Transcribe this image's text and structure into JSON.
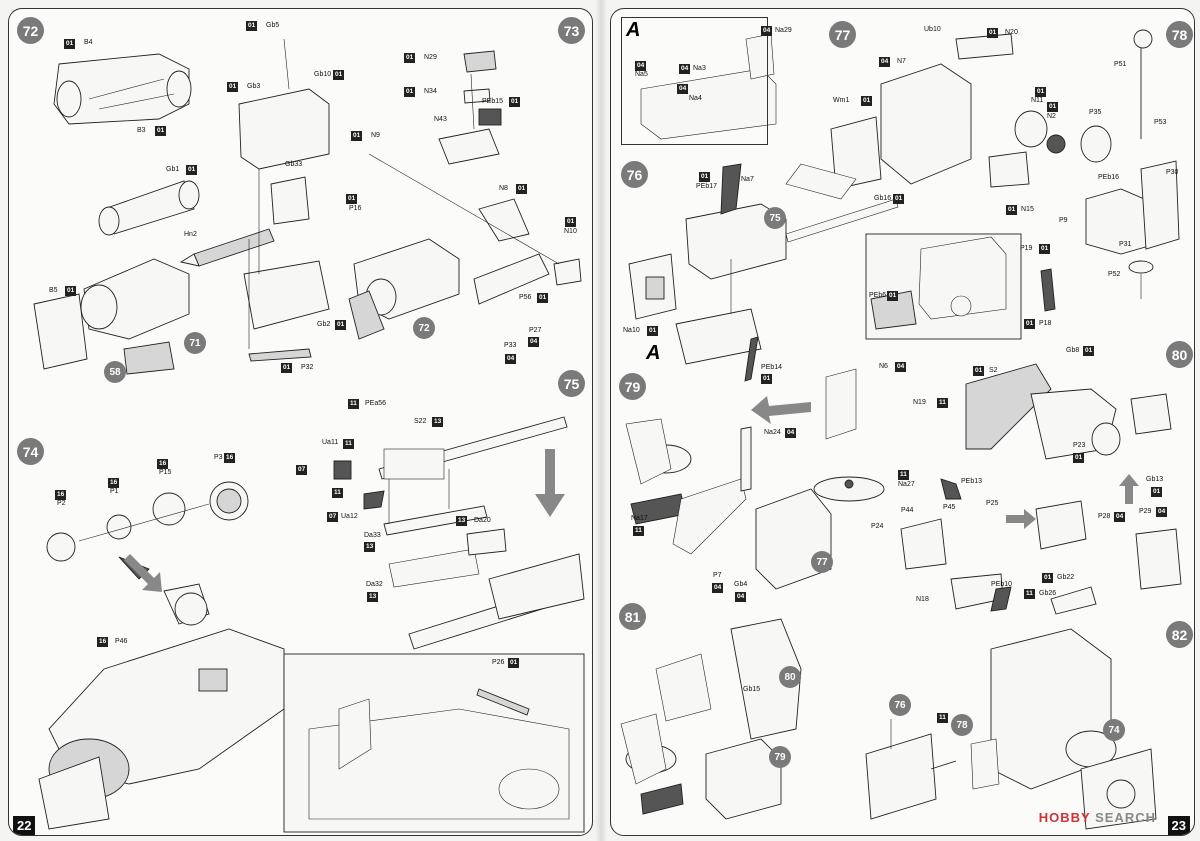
{
  "left_page": {
    "page_number": "22",
    "steps": [
      "72",
      "73",
      "74",
      "75"
    ],
    "refs": [
      "58",
      "71",
      "72"
    ],
    "parts": {
      "s72": [
        {
          "code": "01",
          "label": "B4"
        },
        {
          "code": "01",
          "label": "B3"
        },
        {
          "code": "01",
          "label": "Gb1"
        },
        {
          "code": "",
          "label": "Hn2"
        },
        {
          "code": "01",
          "label": "B5"
        },
        {
          "code": "01",
          "label": "Gb5"
        },
        {
          "code": "01",
          "label": "Gb3"
        },
        {
          "code": "01",
          "label": "Gb10"
        },
        {
          "code": "",
          "label": "Gb33"
        },
        {
          "code": "01",
          "label": "Gb2"
        },
        {
          "code": "01",
          "label": "P32"
        }
      ],
      "s73": [
        {
          "code": "01",
          "label": "N29"
        },
        {
          "code": "01",
          "label": "N34"
        },
        {
          "code": "01",
          "label": "PEb15"
        },
        {
          "code": "",
          "label": "N43"
        },
        {
          "code": "01",
          "label": "N9"
        },
        {
          "code": "01",
          "label": "N8"
        },
        {
          "code": "01",
          "label": "N10"
        },
        {
          "code": "01",
          "label": "P16"
        },
        {
          "code": "01",
          "label": "P56"
        },
        {
          "code": "04",
          "label": "P27"
        },
        {
          "code": "04",
          "label": "P33"
        }
      ],
      "s74": [
        {
          "code": "16",
          "label": "P2"
        },
        {
          "code": "16",
          "label": "P1"
        },
        {
          "code": "16",
          "label": "P15"
        },
        {
          "code": "16",
          "label": "P3"
        },
        {
          "code": "16",
          "label": "P46"
        },
        {
          "code": "01",
          "label": "P26"
        }
      ],
      "s75": [
        {
          "code": "11",
          "label": "PEa56"
        },
        {
          "code": "13",
          "label": "S22"
        },
        {
          "code": "11",
          "label": "Ua11"
        },
        {
          "code": "07",
          "label": ""
        },
        {
          "code": "11",
          "label": ""
        },
        {
          "code": "07",
          "label": "Ua12"
        },
        {
          "code": "13",
          "label": "Da33"
        },
        {
          "code": "13",
          "label": "Da32"
        },
        {
          "code": "13",
          "label": "Da20"
        }
      ]
    }
  },
  "right_page": {
    "page_number": "23",
    "subassembly_label": "A",
    "steps": [
      "76",
      "77",
      "78",
      "79",
      "80",
      "81",
      "82"
    ],
    "refs": [
      "75",
      "77",
      "80",
      "79",
      "76",
      "78",
      "74"
    ],
    "parts": {
      "sA": [
        {
          "code": "04",
          "label": "Na29"
        },
        {
          "code": "04",
          "label": "Na3"
        },
        {
          "code": "04",
          "label": "Na5"
        },
        {
          "code": "04",
          "label": "Na4"
        }
      ],
      "s76": [
        {
          "code": "01",
          "label": "PEb17"
        },
        {
          "code": "",
          "label": "Na7"
        },
        {
          "code": "01",
          "label": "Na10"
        },
        {
          "code": "01",
          "label": "PEb14"
        }
      ],
      "s77": [
        {
          "code": "",
          "label": "Ub10"
        },
        {
          "code": "01",
          "label": "N20"
        },
        {
          "code": "04",
          "label": "N7"
        },
        {
          "code": "01",
          "label": "Wm1"
        },
        {
          "code": "01",
          "label": "N11"
        },
        {
          "code": "01",
          "label": "N2"
        },
        {
          "code": "01",
          "label": "Gb16"
        },
        {
          "code": "01",
          "label": "N15"
        },
        {
          "code": "01",
          "label": "P19"
        },
        {
          "code": "01",
          "label": "PEb6"
        },
        {
          "code": "01",
          "label": "P18"
        }
      ],
      "s78": [
        {
          "code": "",
          "label": "P51"
        },
        {
          "code": "",
          "label": "P35"
        },
        {
          "code": "",
          "label": "P53"
        },
        {
          "code": "",
          "label": "PEb16"
        },
        {
          "code": "",
          "label": "P30"
        },
        {
          "code": "",
          "label": "P9"
        },
        {
          "code": "",
          "label": "P31"
        },
        {
          "code": "",
          "label": "P52"
        }
      ],
      "s79": [
        {
          "code": "04",
          "label": "Na24"
        },
        {
          "code": "11",
          "label": "Na17"
        },
        {
          "code": "04",
          "label": "P7"
        },
        {
          "code": "04",
          "label": "Gb4"
        },
        {
          "code": "04",
          "label": "N6"
        },
        {
          "code": "11",
          "label": "N19"
        },
        {
          "code": "11",
          "label": "Na27"
        }
      ],
      "s80": [
        {
          "code": "01",
          "label": "S2"
        },
        {
          "code": "01",
          "label": "Gb8"
        },
        {
          "code": "01",
          "label": "P23"
        },
        {
          "code": "01",
          "label": "Gb13"
        },
        {
          "code": "",
          "label": "PEb13"
        },
        {
          "code": "",
          "label": "P24"
        },
        {
          "code": "",
          "label": "P44"
        },
        {
          "code": "",
          "label": "P45"
        },
        {
          "code": "",
          "label": "P25"
        },
        {
          "code": "",
          "label": "N18"
        },
        {
          "code": "",
          "label": "PEb10"
        },
        {
          "code": "04",
          "label": "P28"
        },
        {
          "code": "04",
          "label": "P29"
        },
        {
          "code": "01",
          "label": "Gb22"
        },
        {
          "code": "11",
          "label": "Gb26"
        }
      ],
      "s81": [
        {
          "code": "",
          "label": "Gb15"
        }
      ],
      "s82": [
        {
          "code": "11",
          "label": "78"
        }
      ]
    },
    "watermark": {
      "brand": "HOBBY",
      "suffix": "SEARCH"
    }
  }
}
